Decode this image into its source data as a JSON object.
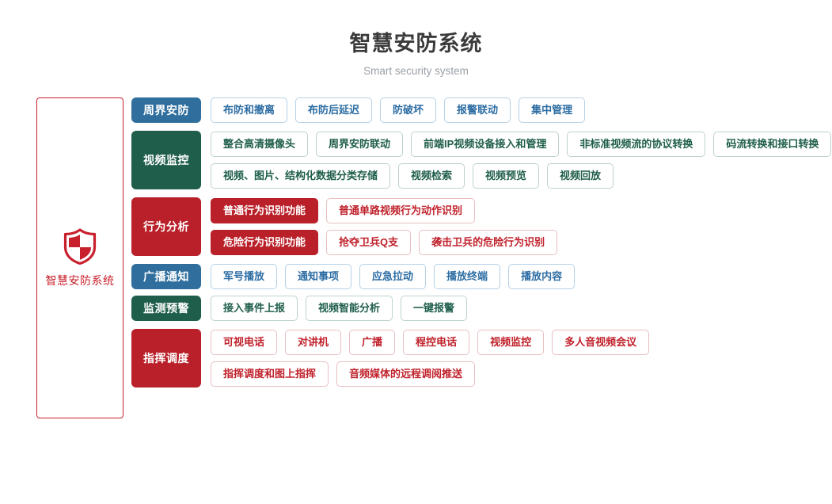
{
  "header": {
    "title": "智慧安防系统",
    "subtitle": "Smart security system"
  },
  "brand": {
    "icon": "shield-icon",
    "label": "智慧安防系统",
    "border_color": "#c8202c",
    "text_color": "#c8202c"
  },
  "colors": {
    "blue": "#2f6e9d",
    "green": "#1f5e4b",
    "red": "#b92029",
    "chip_blue_border": "#b6d1e6",
    "chip_green_border": "#bcd4ca",
    "chip_red_border": "#e8bfc2"
  },
  "rows": [
    {
      "label": "周界安防",
      "theme": "blue",
      "lines": [
        [
          {
            "text": "布防和撤离",
            "style": "outline"
          },
          {
            "text": "布防后延迟",
            "style": "outline"
          },
          {
            "text": "防破坏",
            "style": "outline"
          },
          {
            "text": "报警联动",
            "style": "outline"
          },
          {
            "text": "集中管理",
            "style": "outline"
          }
        ]
      ]
    },
    {
      "label": "视频监控",
      "theme": "green",
      "lines": [
        [
          {
            "text": "整合高清摄像头",
            "style": "outline"
          },
          {
            "text": "周界安防联动",
            "style": "outline"
          },
          {
            "text": "前端IP视频设备接入和管理",
            "style": "outline"
          },
          {
            "text": "非标准视频流的协议转换",
            "style": "outline"
          },
          {
            "text": "码流转换和接口转换",
            "style": "outline"
          }
        ],
        [
          {
            "text": "视频、图片、结构化数据分类存储",
            "style": "outline"
          },
          {
            "text": "视频检索",
            "style": "outline"
          },
          {
            "text": "视频预览",
            "style": "outline"
          },
          {
            "text": "视频回放",
            "style": "outline"
          }
        ]
      ]
    },
    {
      "label": "行为分析",
      "theme": "red",
      "lines": [
        [
          {
            "text": "普通行为识别功能",
            "style": "filled"
          },
          {
            "text": "普通单路视频行为动作识别",
            "style": "outline"
          }
        ],
        [
          {
            "text": "危险行为识别功能",
            "style": "filled"
          },
          {
            "text": "抢夺卫兵Q支",
            "style": "outline"
          },
          {
            "text": "袭击卫兵的危险行为识别",
            "style": "outline"
          }
        ]
      ]
    },
    {
      "label": "广播通知",
      "theme": "blue",
      "lines": [
        [
          {
            "text": "军号播放",
            "style": "outline"
          },
          {
            "text": "通知事项",
            "style": "outline"
          },
          {
            "text": "应急拉动",
            "style": "outline"
          },
          {
            "text": "播放终端",
            "style": "outline"
          },
          {
            "text": "播放内容",
            "style": "outline"
          }
        ]
      ]
    },
    {
      "label": "监测预警",
      "theme": "green",
      "lines": [
        [
          {
            "text": "接入事件上报",
            "style": "outline"
          },
          {
            "text": "视频智能分析",
            "style": "outline"
          },
          {
            "text": "一键报警",
            "style": "outline"
          }
        ]
      ]
    },
    {
      "label": "指挥调度",
      "theme": "red",
      "lines": [
        [
          {
            "text": "可视电话",
            "style": "outline"
          },
          {
            "text": "对讲机",
            "style": "outline"
          },
          {
            "text": "广播",
            "style": "outline"
          },
          {
            "text": "程控电话",
            "style": "outline"
          },
          {
            "text": "视频监控",
            "style": "outline"
          },
          {
            "text": "多人音视频会议",
            "style": "outline"
          }
        ],
        [
          {
            "text": "指挥调度和图上指挥",
            "style": "outline"
          },
          {
            "text": "音频媒体的远程调阅推送",
            "style": "outline"
          }
        ]
      ]
    }
  ]
}
